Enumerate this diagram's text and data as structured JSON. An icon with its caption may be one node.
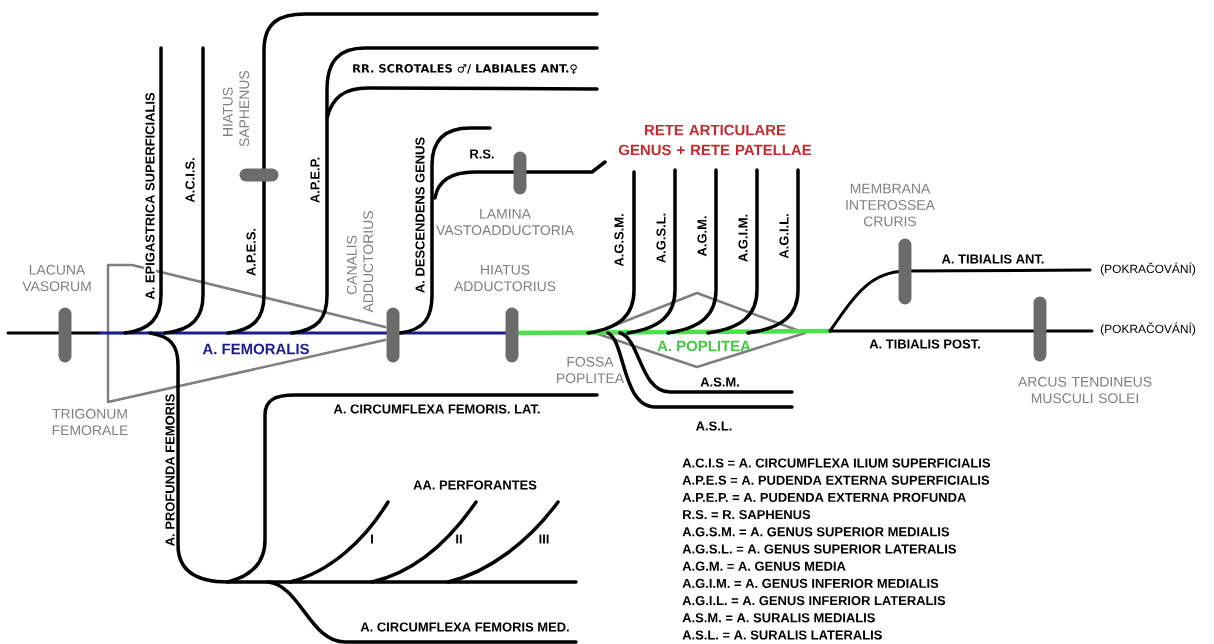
{
  "diagram": {
    "labels": [
      "A. EPIGASTRICA SUPERFICIALIS",
      "A.C.I.S.",
      "HIATUS SAPHENUS",
      "A.P.E.S.",
      "A.P.E.P.",
      "RR. SCROTALES ♂/ LABIALES ANT.♀",
      "CANALIS ADDUCTORIUS",
      "A. DESCENDENS GENUS",
      "R.S.",
      "RETE ARTICULARE GENUS + RETE PATELLAE",
      "LAMINA VASTOADDUCTORIA",
      "LACUNA VASORUM",
      "HIATUS ADDUCTORIUS",
      "A.G.S.M.",
      "A.G.S.L.",
      "A.G.M.",
      "A.G.I.M.",
      "A.G.I.L.",
      "MEMBRANA INTEROSSEA CRURIS",
      "A. TIBIALIS ANT.",
      "(POKRAČOVÁNÍ)",
      "(POKRAČOVÁNÍ)",
      "A. FEMORALIS",
      "A. POPLITEA",
      "A. TIBIALIS POST.",
      "FOSSA POPLITEA",
      "ARCUS TENDINEUS MUSCULI SOLEI",
      "TRIGONUM FEMORALE",
      "A. PROFUNDA FEMORIS",
      "A.S.M.",
      "A.S.L.",
      "A. CIRCUMFLEXA FEMORIS. LAT.",
      "AA. PERFORANTES",
      "I",
      "II",
      "III",
      "A. CIRCUMFLEXA FEMORIS MED.",
      "A.C.I.S = A. CIRCUMFLEXA ILIUM SUPERFICIALIS",
      "A.P.E.S = A. PUDENDA EXTERNA SUPERFICIALIS",
      "A.P.E.P. = A. PUDENDA EXTERNA PROFUNDA",
      "R.S. = R. SAPHENUS",
      "A.G.S.M. = A. GENUS SUPERIOR MEDIALIS",
      "A.G.S.L. = A. GENUS SUPERIOR LATERALIS",
      "A.G.M. = A. GENUS MEDIA",
      "A.G.I.M. = A. GENUS INFERIOR MEDIALIS",
      "A.G.I.L. = A. GENUS INFERIOR LATERALIS",
      "A.S.M. = A. SURALIS MEDIALIS",
      "A.S.L. = A. SURALIS LATERALIS"
    ]
  }
}
